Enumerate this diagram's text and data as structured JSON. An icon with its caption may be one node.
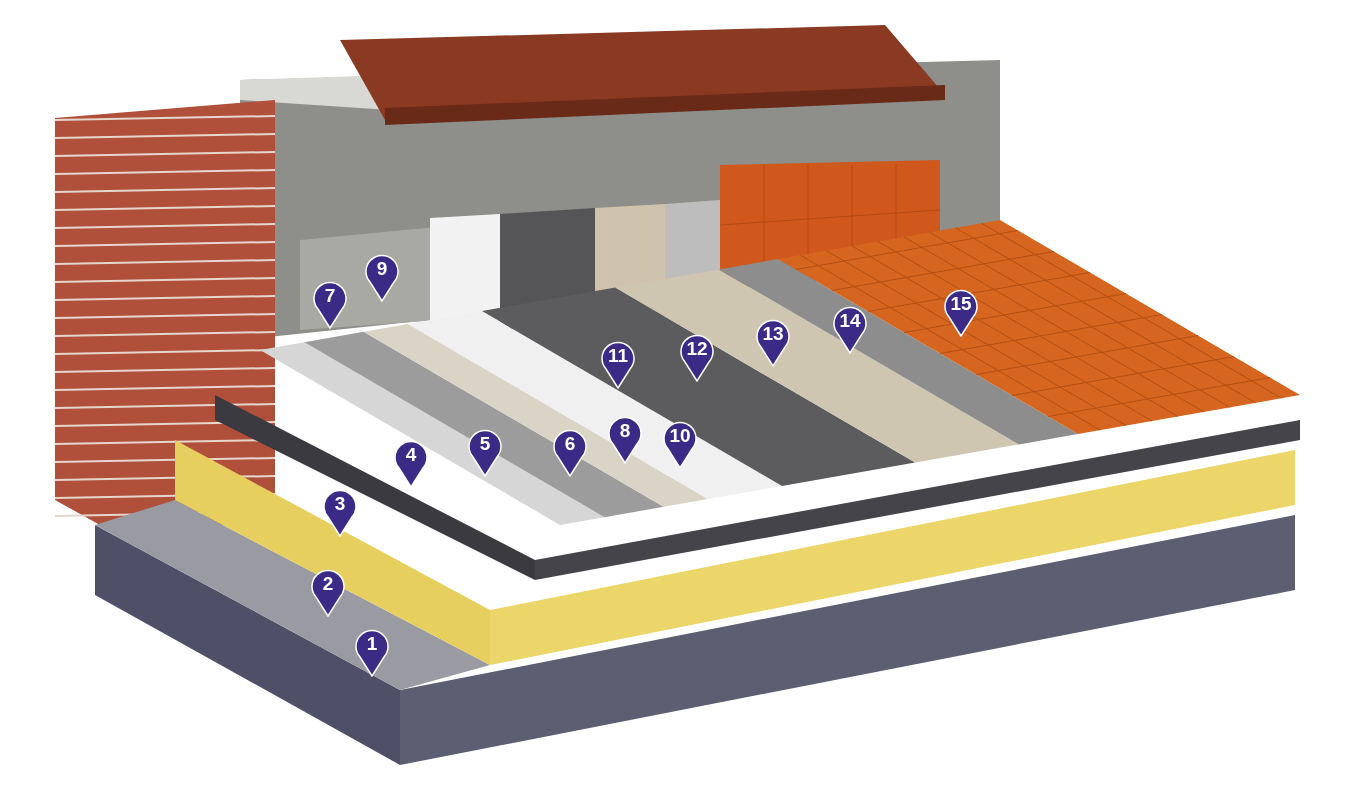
{
  "diagram": {
    "labels": [
      "9",
      "7",
      "15",
      "14",
      "13",
      "12",
      "11",
      "8",
      "10",
      "5",
      "6",
      "4",
      "3",
      "2",
      "1"
    ]
  }
}
